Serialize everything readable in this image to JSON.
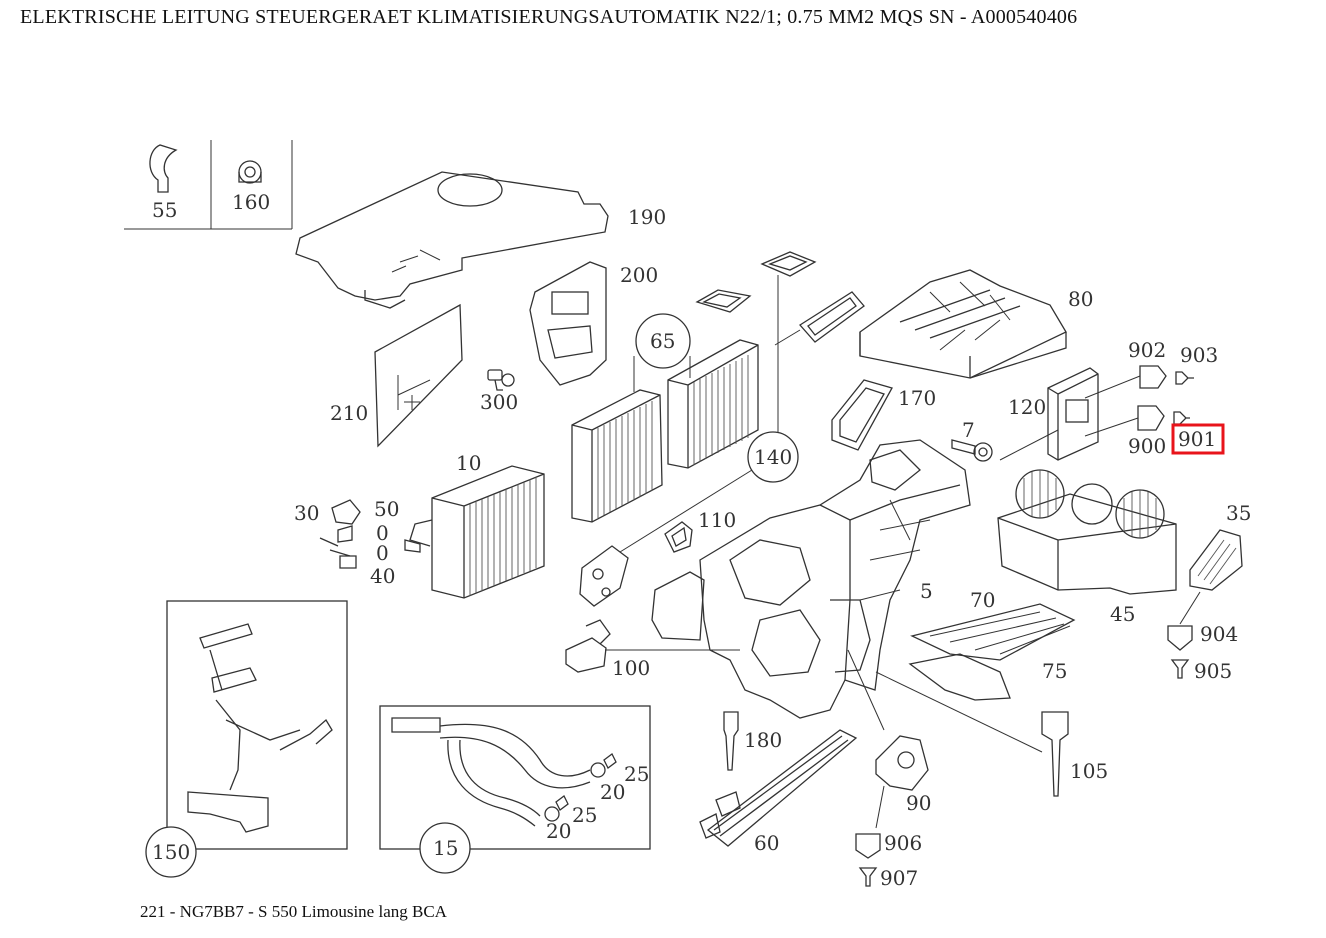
{
  "title": "ELEKTRISCHE LEITUNG STEUERGERAET KLIMATISIERUNGSAUTOMATIK N22/1; 0.75 MM2 MQS SN - A000540406",
  "footer": "221 - NG7BB7 - S 550 Limousine lang BCA",
  "highlight_color": "#e8141b",
  "highlighted_part": "901",
  "parts": {
    "p55": "55",
    "p160": "160",
    "p190": "190",
    "p200": "200",
    "p210": "210",
    "p300": "300",
    "p65": "65",
    "p80": "80",
    "p170": "170",
    "p120": "120",
    "p902": "902",
    "p903": "903",
    "p900": "900",
    "p901": "901",
    "p7": "7",
    "p140": "140",
    "p10": "10",
    "p30": "30",
    "p50": "50",
    "p40": "40",
    "p110": "110",
    "p35": "35",
    "p5": "5",
    "p70": "70",
    "p45": "45",
    "p904": "904",
    "p905": "905",
    "p75": "75",
    "p100": "100",
    "p180": "180",
    "p105": "105",
    "p90": "90",
    "p60": "60",
    "p906": "906",
    "p907": "907",
    "p150": "150",
    "p15": "15",
    "p25a": "25",
    "p20a": "20",
    "p25b": "25",
    "p20b": "20",
    "s50a": "0",
    "s50b": "0"
  }
}
